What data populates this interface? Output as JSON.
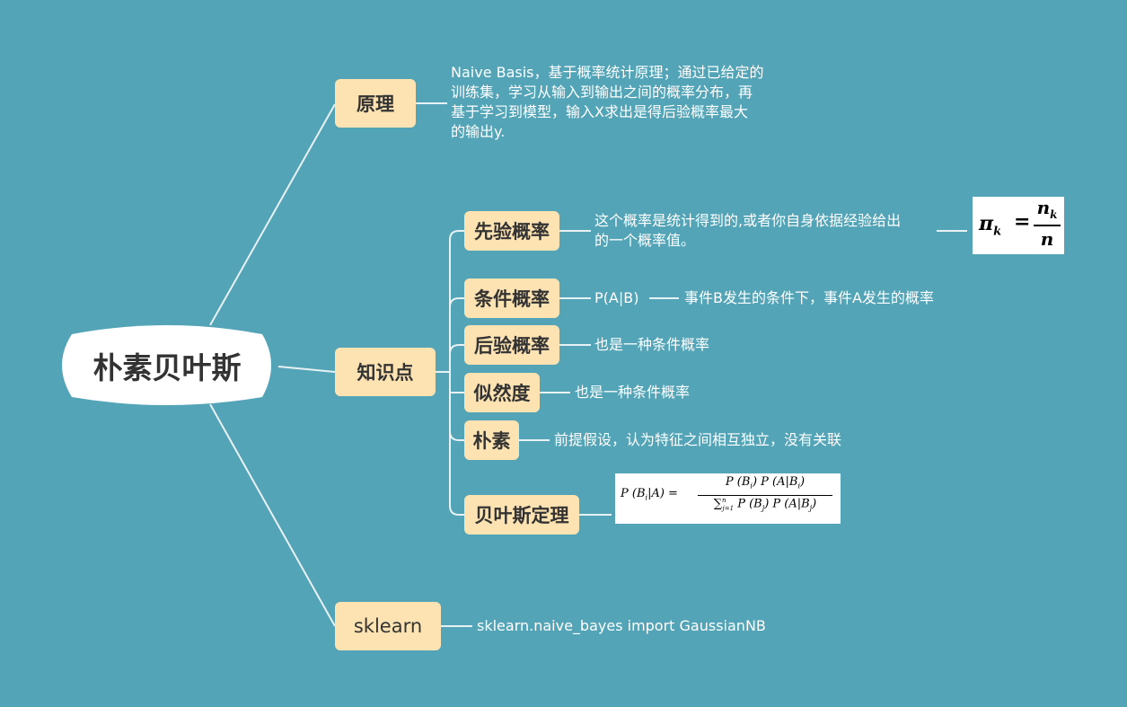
{
  "root": {
    "label": "朴素贝叶斯"
  },
  "branches": {
    "principle": {
      "label": "原理",
      "text_lines": [
        "Naive Basis，基于概率统计原理；通过已给定的",
        "训练集，学习从输入到输出之间的概率分布，再",
        "基于学习到模型，输入X求出是得后验概率最大",
        "的输出y."
      ]
    },
    "knowledge": {
      "label": "知识点",
      "children": {
        "prior": {
          "label": "先验概率",
          "text_lines": [
            "这个概率是统计得到的,或者你自身依据经验给出",
            "的一个概率值。"
          ],
          "formula": {
            "lhs": "π",
            "lhs_sub": "k",
            "eq": "=",
            "num": "n",
            "num_sub": "k",
            "den": "n"
          }
        },
        "conditional": {
          "label": "条件概率",
          "text_a": "P(A|B)",
          "text_b": "事件B发生的条件下，事件A发生的概率"
        },
        "posterior": {
          "label": "后验概率",
          "text": "也是一种条件概率"
        },
        "likelihood": {
          "label": "似然度",
          "text": "也是一种条件概率"
        },
        "naive": {
          "label": "朴素",
          "text": "前提假设，认为特征之间相互独立，没有关联"
        },
        "bayes_theorem": {
          "label": "贝叶斯定理",
          "formula": {
            "lhs": "P (B",
            "lhs_sub": "i",
            "lhs_rest": "|A) =",
            "num": "P (B",
            "num_sub1": "i",
            "num_mid": ") P (A|B",
            "num_sub2": "i",
            "num_end": ")",
            "den_sum": "∑",
            "den_sup": "n",
            "den_sumsub": "j=1",
            "den": "P (B",
            "den_sub1": "j",
            "den_mid": ") P (A|B",
            "den_sub2": "j",
            "den_end": ")"
          }
        }
      }
    },
    "sklearn": {
      "label": "sklearn",
      "text": "sklearn.naive_bayes import GaussianNB"
    }
  }
}
